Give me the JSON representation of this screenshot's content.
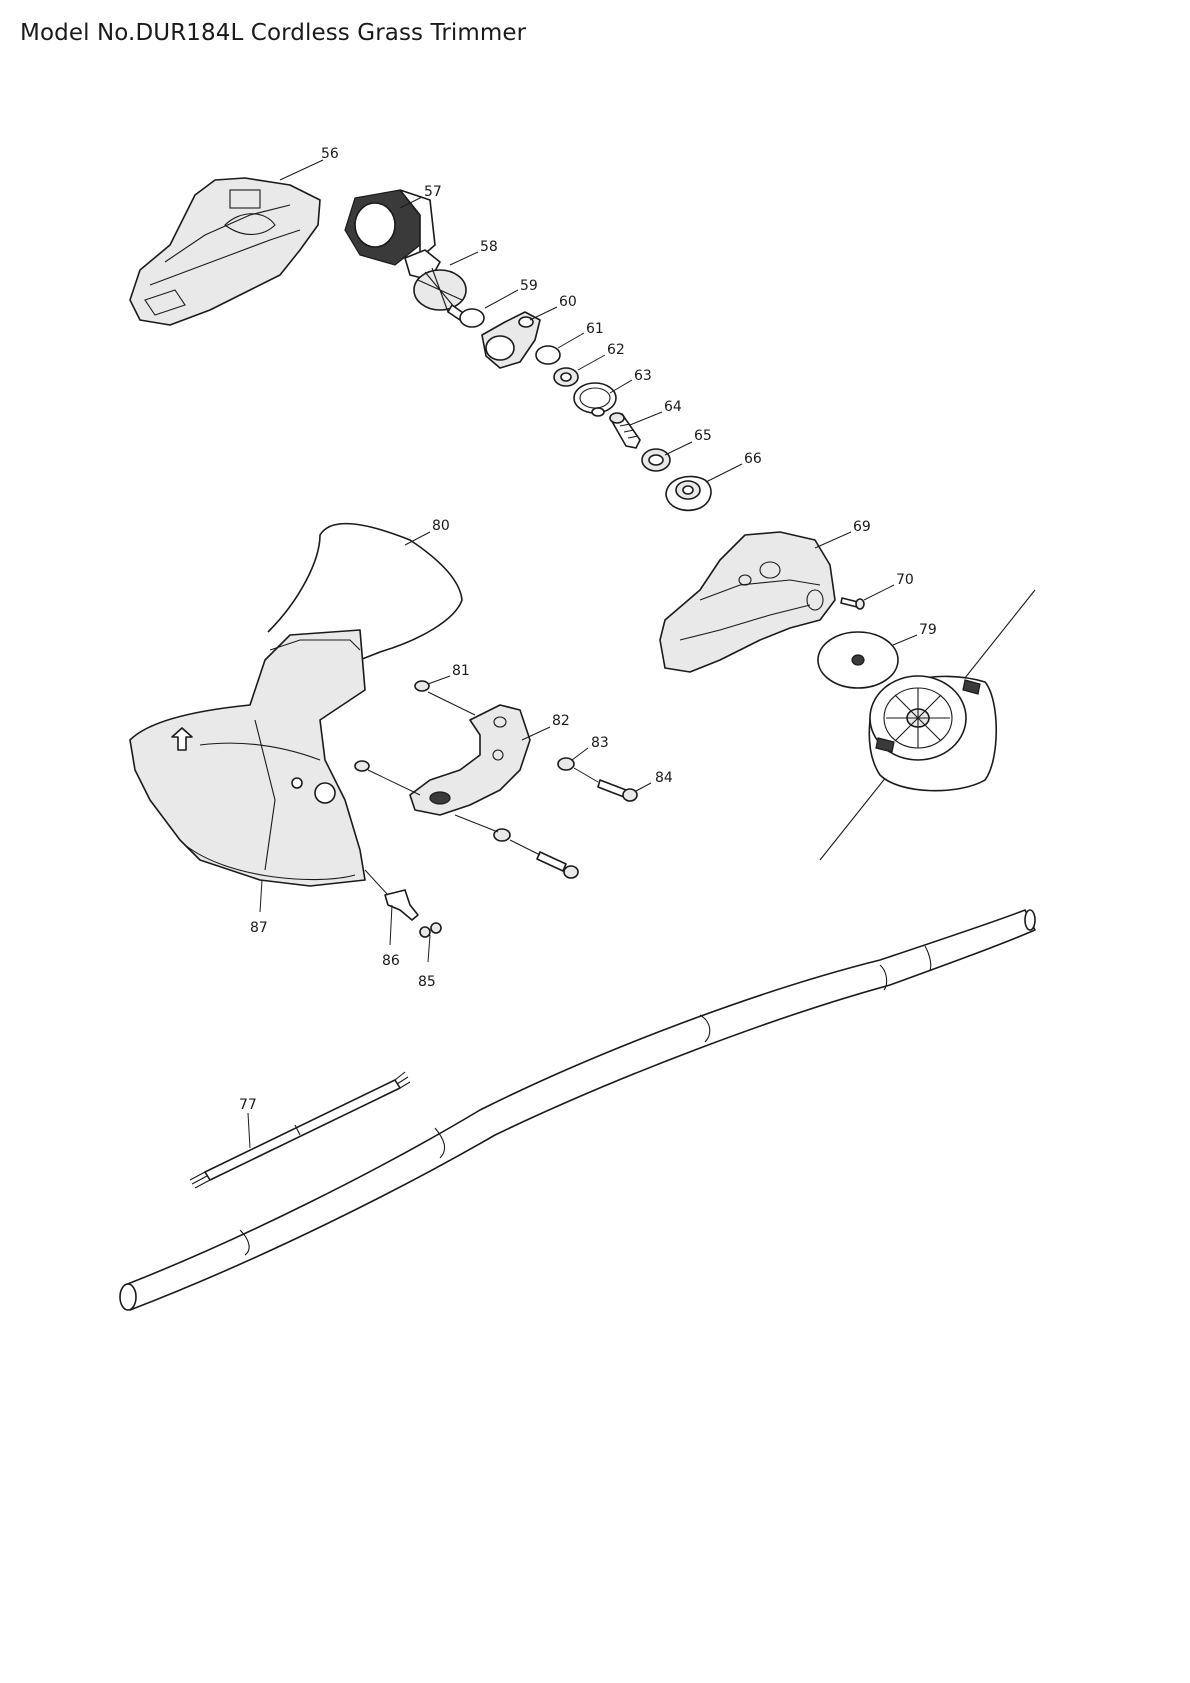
{
  "title": "Model No.DUR184L Cordless Grass Trimmer",
  "callouts": [
    "56",
    "57",
    "58",
    "59",
    "60",
    "61",
    "62",
    "63",
    "64",
    "65",
    "66",
    "69",
    "70",
    "77",
    "79",
    "80",
    "81",
    "82",
    "83",
    "84",
    "85",
    "86",
    "87"
  ]
}
